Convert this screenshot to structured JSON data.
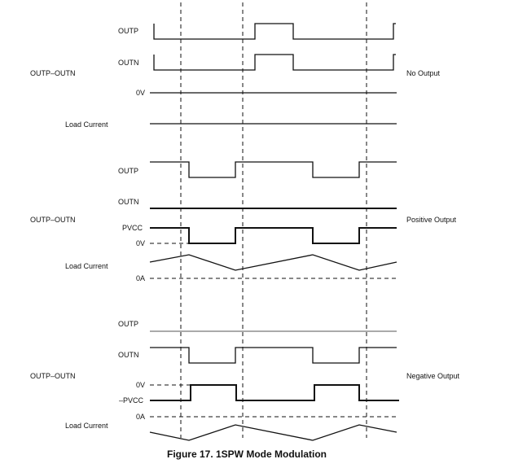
{
  "figure": {
    "caption": "Figure 17.  1SPW Mode Modulation",
    "panels": [
      {
        "name": "no-output",
        "outp_label": "OUTP",
        "outn_label": "OUTN",
        "diff_label": "OUTP–OUTN",
        "mode_label": "No Output",
        "zero_v_label": "0V",
        "load_label": "Load Current"
      },
      {
        "name": "positive-output",
        "outp_label": "OUTP",
        "outn_label": "OUTN",
        "diff_label": "OUTP–OUTN",
        "mode_label": "Positive Output",
        "pvcc_label": "PVCC",
        "zero_v_label": "0V",
        "load_label": "Load Current",
        "zero_a_label": "0A"
      },
      {
        "name": "negative-output",
        "outp_label": "OUTP",
        "outn_label": "OUTN",
        "diff_label": "OUTP–OUTN",
        "mode_label": "Negative Output",
        "zero_v_label": "0V",
        "neg_pvcc_label": "–PVCC",
        "zero_a_label": "0A",
        "load_label": "Load Current"
      }
    ]
  }
}
